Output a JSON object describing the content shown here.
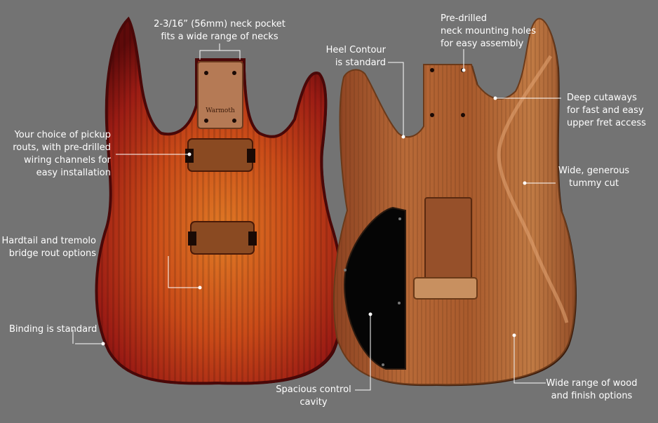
{
  "callouts": {
    "neck_pocket": {
      "line1": "2-3/16” (56mm) neck pocket",
      "line2": "fits a wide range of necks"
    },
    "mounting_holes": {
      "line1": "Pre-drilled",
      "line2": "neck mounting holes",
      "line3": "for easy assembly"
    },
    "heel_contour": {
      "line1": "Heel Contour",
      "line2": "is standard"
    },
    "deep_cutaways": {
      "line1": "Deep cutaways",
      "line2": "for fast and easy",
      "line3": "upper fret access"
    },
    "pickup_routs": {
      "line1": "Your choice of pickup",
      "line2": "routs, with pre-drilled",
      "line3": "wiring channels for",
      "line4": "easy installation"
    },
    "tummy_cut": {
      "line1": "Wide, generous",
      "line2": "tummy cut"
    },
    "bridge_routs": {
      "line1": "Hardtail and tremolo",
      "line2": "bridge rout options"
    },
    "binding": {
      "line1": "Binding is standard"
    },
    "control_cavity": {
      "line1": "Spacious control",
      "line2": "cavity"
    },
    "wood_options": {
      "line1": "Wide range of wood",
      "line2": "and finish options"
    }
  },
  "neck_plate_logo": "Warmoth",
  "colors": {
    "background": "#737373",
    "flame_top": "#a0221a",
    "flame_center": "#d8641e",
    "mahogany": "#a65a2e",
    "cavity_cover": "#050505",
    "callout_line": "#ffffff"
  }
}
